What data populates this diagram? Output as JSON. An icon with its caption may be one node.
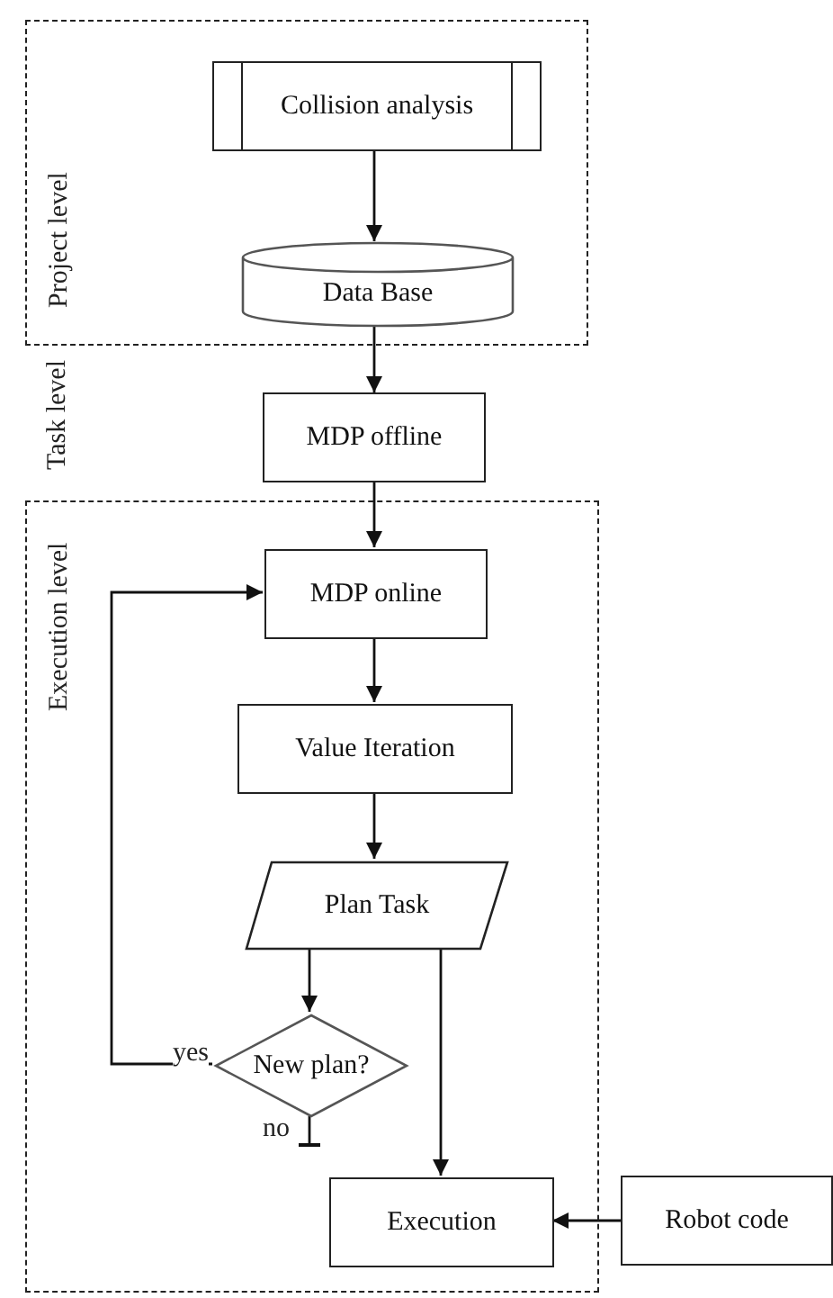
{
  "diagram": {
    "nodes": [
      {
        "text": [
          "Project level"
        ]
      },
      {
        "text": [
          "Collision analysis"
        ],
        "in": 0
      },
      {
        "text": [
          "Data Base"
        ],
        "in": 0
      },
      {
        "text": [
          "MDP offline"
        ]
      },
      {
        "text": [
          "Execution level"
        ]
      },
      {
        "text": [
          "MDP online"
        ],
        "in": 4
      },
      {
        "text": [
          "Value Iteration"
        ],
        "in": 4
      },
      {
        "text": [
          "Plan Task"
        ],
        "in": 4
      },
      {
        "text": [
          "New plan?"
        ],
        "in": 4
      },
      {
        "text": [
          "Execution"
        ],
        "in": 4
      },
      {
        "text": [
          "Robot code"
        ]
      }
    ],
    "edges": [
      {
        "from": 1,
        "to": 2,
        "arrow": "to"
      },
      {
        "from": 2,
        "to": 3,
        "arrow": "to"
      },
      {
        "from": 3,
        "to": 5,
        "arrow": "to"
      },
      {
        "from": 5,
        "to": 6,
        "arrow": "to"
      },
      {
        "from": 6,
        "to": 7,
        "arrow": "to"
      },
      {
        "from": 7,
        "to": 8,
        "arrow": "to"
      },
      {
        "from": 8,
        "to": 5,
        "arrow": "to",
        "label": "yes"
      },
      {
        "from": 8,
        "to": null,
        "arrow": "other",
        "label": "no"
      },
      {
        "from": 7,
        "to": 9,
        "arrow": "to"
      },
      {
        "from": 10,
        "to": 9,
        "arrow": "to"
      }
    ],
    "labels": [
      "Task level"
    ]
  }
}
